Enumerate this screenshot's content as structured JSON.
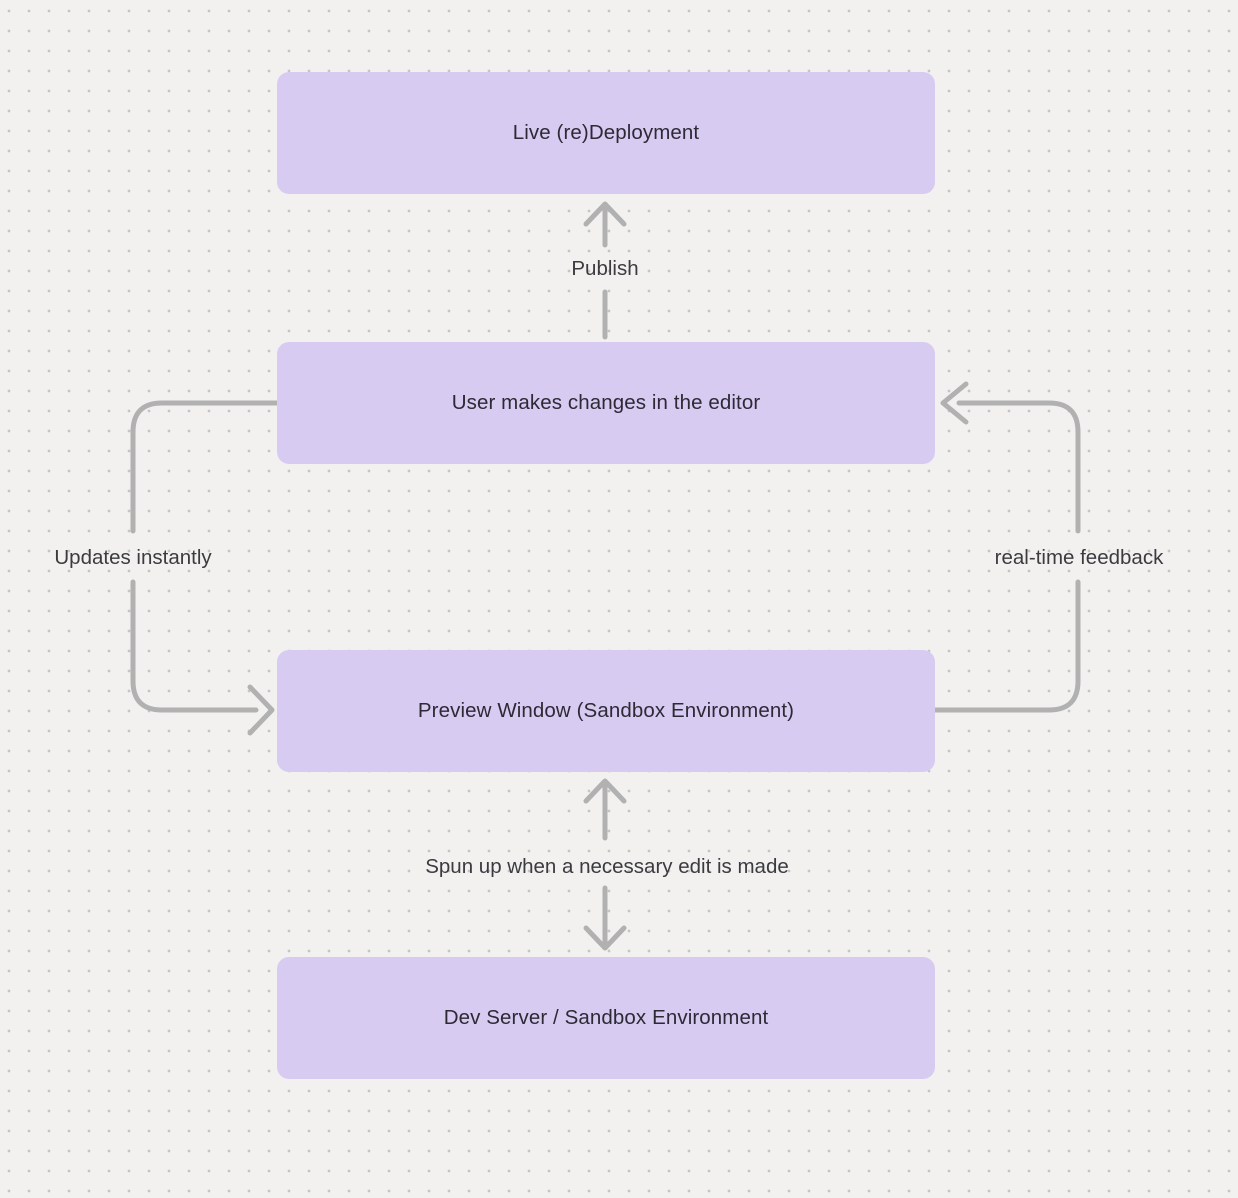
{
  "colors": {
    "background": "#f2f1f0",
    "dot": "#c6c5c6",
    "node_fill": "#d7cbf2",
    "node_text": "#2d2a35",
    "connector": "#b2b1b1",
    "label_text": "#3b3b40"
  },
  "diagram": {
    "nodes": [
      {
        "id": "live-redeployment",
        "label": "Live (re)Deployment"
      },
      {
        "id": "user-editor",
        "label": "User makes changes in the editor"
      },
      {
        "id": "preview-window",
        "label": "Preview Window (Sandbox Environment)"
      },
      {
        "id": "dev-server",
        "label": "Dev Server / Sandbox Environment"
      }
    ],
    "edges": [
      {
        "id": "publish",
        "label": "Publish",
        "from": "user-editor",
        "to": "live-redeployment",
        "direction": "up"
      },
      {
        "id": "updates-instantly",
        "label": "Updates instantly",
        "from": "user-editor",
        "to": "preview-window",
        "direction": "left-loop"
      },
      {
        "id": "real-time-feedback",
        "label": "real-time feedback",
        "from": "preview-window",
        "to": "user-editor",
        "direction": "right-loop"
      },
      {
        "id": "spun-up",
        "label": "Spun up when a necessary edit is made",
        "from": "dev-server",
        "to": "preview-window",
        "direction": "both"
      }
    ]
  }
}
